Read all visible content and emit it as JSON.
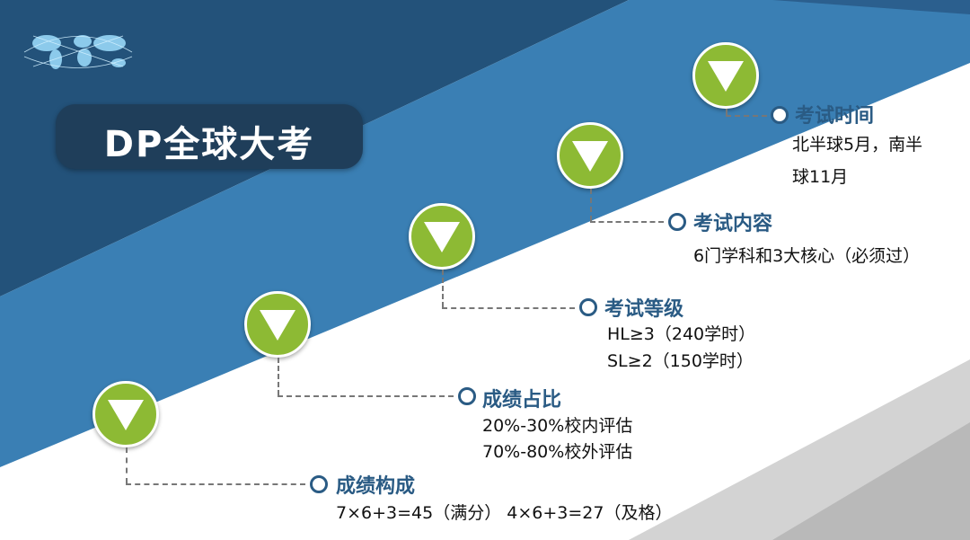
{
  "slide": {
    "title": "DP全球大考",
    "colors": {
      "dark_blue": "#23527a",
      "mid_blue": "#3a7fb4",
      "green": "#8dba34",
      "label": "#2a5b84",
      "badge": "#1f3e5a",
      "gray": "#c7c7c7"
    },
    "logo_icon": "world-map-icon",
    "marker_icon": "triangle-down-icon",
    "steps": [
      {
        "title": "成绩构成",
        "lines": [
          "7×6+3=45（满分）    4×6+3=27（及格）"
        ]
      },
      {
        "title": "成绩占比",
        "lines": [
          "20%-30%校内评估",
          "70%-80%校外评估"
        ]
      },
      {
        "title": "考试等级",
        "lines": [
          "HL≥3（240学时）",
          "SL≥2（150学时）"
        ]
      },
      {
        "title": "考试内容",
        "lines": [
          "6门学科和3大核心（必须过）"
        ]
      },
      {
        "title": "考试时间",
        "lines": [
          "北半球5月，南半",
          "球11月"
        ]
      }
    ]
  }
}
